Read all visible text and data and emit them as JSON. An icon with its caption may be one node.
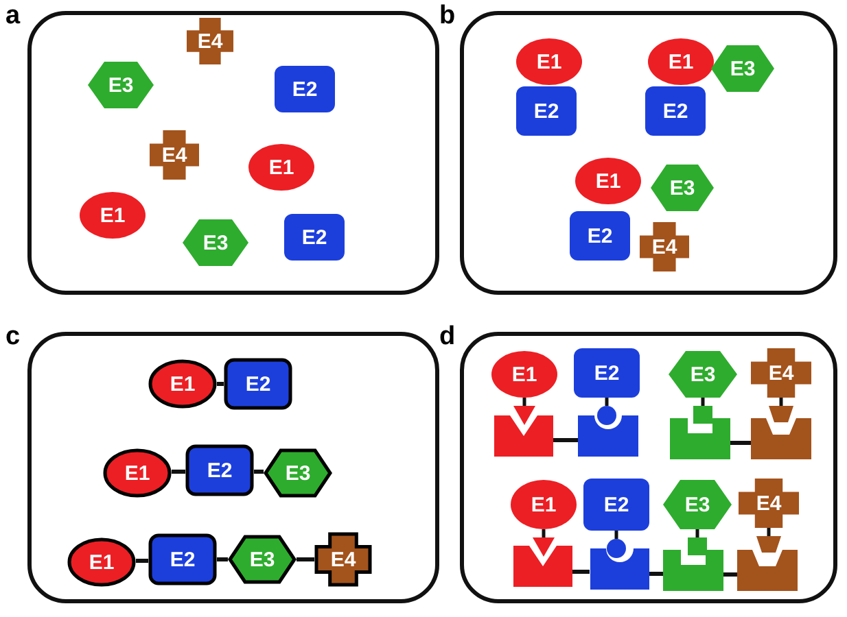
{
  "diagram": {
    "nodes": [
      {
        "text": [
          "a"
        ]
      },
      {
        "text": [
          "E4"
        ],
        "in": 0
      },
      {
        "text": [
          "E3"
        ],
        "in": 0
      },
      {
        "text": [
          "E2"
        ],
        "in": 0
      },
      {
        "text": [
          "E4"
        ],
        "in": 0
      },
      {
        "text": [
          "E1"
        ],
        "in": 0
      },
      {
        "text": [
          "E1"
        ],
        "in": 0
      },
      {
        "text": [
          "E2"
        ],
        "in": 0
      },
      {
        "text": [
          "E3"
        ],
        "in": 0
      },
      {
        "text": [
          "b"
        ]
      },
      {
        "text": [
          "E1"
        ],
        "in": 9
      },
      {
        "text": [
          "E1"
        ],
        "in": 9
      },
      {
        "text": [
          "E3"
        ],
        "in": 9
      },
      {
        "text": [
          "E2"
        ],
        "in": 9
      },
      {
        "text": [
          "E2"
        ],
        "in": 9
      },
      {
        "text": [
          "E1"
        ],
        "in": 9
      },
      {
        "text": [
          "E3"
        ],
        "in": 9
      },
      {
        "text": [
          "E2"
        ],
        "in": 9
      },
      {
        "text": [
          "E4"
        ],
        "in": 9
      },
      {
        "text": [
          "c"
        ]
      },
      {
        "text": [
          "E1"
        ],
        "in": 19
      },
      {
        "text": [
          "E2"
        ],
        "in": 19
      },
      {
        "text": [
          "E1"
        ],
        "in": 19
      },
      {
        "text": [
          "E2"
        ],
        "in": 19
      },
      {
        "text": [
          "E3"
        ],
        "in": 19
      },
      {
        "text": [
          "E1"
        ],
        "in": 19
      },
      {
        "text": [
          "E2"
        ],
        "in": 19
      },
      {
        "text": [
          "E3"
        ],
        "in": 19
      },
      {
        "text": [
          "E4"
        ],
        "in": 19
      },
      {
        "text": [
          "d"
        ]
      },
      {
        "text": [
          "E1"
        ],
        "in": 29
      },
      {
        "text": [
          "E2"
        ],
        "in": 29
      },
      {
        "text": [
          "E3"
        ],
        "in": 29
      },
      {
        "text": [
          "E4"
        ],
        "in": 29
      },
      {
        "text": [],
        "shape": "box",
        "in": 29
      },
      {
        "text": [],
        "shape": "box",
        "in": 29
      },
      {
        "text": [],
        "shape": "box",
        "in": 29
      },
      {
        "text": [],
        "shape": "box",
        "in": 29
      },
      {
        "text": [
          "E1"
        ],
        "in": 29
      },
      {
        "text": [
          "E2"
        ],
        "in": 29
      },
      {
        "text": [
          "E3"
        ],
        "in": 29
      },
      {
        "text": [
          "E4"
        ],
        "in": 29
      },
      {
        "text": [],
        "shape": "box",
        "in": 29
      },
      {
        "text": [],
        "shape": "box",
        "in": 29
      },
      {
        "text": [],
        "shape": "box",
        "in": 29
      },
      {
        "text": [],
        "shape": "box",
        "in": 29
      }
    ],
    "edges": [
      {
        "from": 20,
        "to": 21,
        "arrow": "none"
      },
      {
        "from": 22,
        "to": 23,
        "arrow": "none"
      },
      {
        "from": 23,
        "to": 24,
        "arrow": "none"
      },
      {
        "from": 25,
        "to": 26,
        "arrow": "none"
      },
      {
        "from": 26,
        "to": 27,
        "arrow": "none"
      },
      {
        "from": 27,
        "to": 28,
        "arrow": "none"
      },
      {
        "from": 34,
        "to": 35,
        "arrow": "none"
      },
      {
        "from": 36,
        "to": 37,
        "arrow": "none"
      },
      {
        "from": 42,
        "to": 43,
        "arrow": "none"
      },
      {
        "from": 43,
        "to": 44,
        "arrow": "none"
      },
      {
        "from": 44,
        "to": 45,
        "arrow": "none"
      }
    ]
  }
}
